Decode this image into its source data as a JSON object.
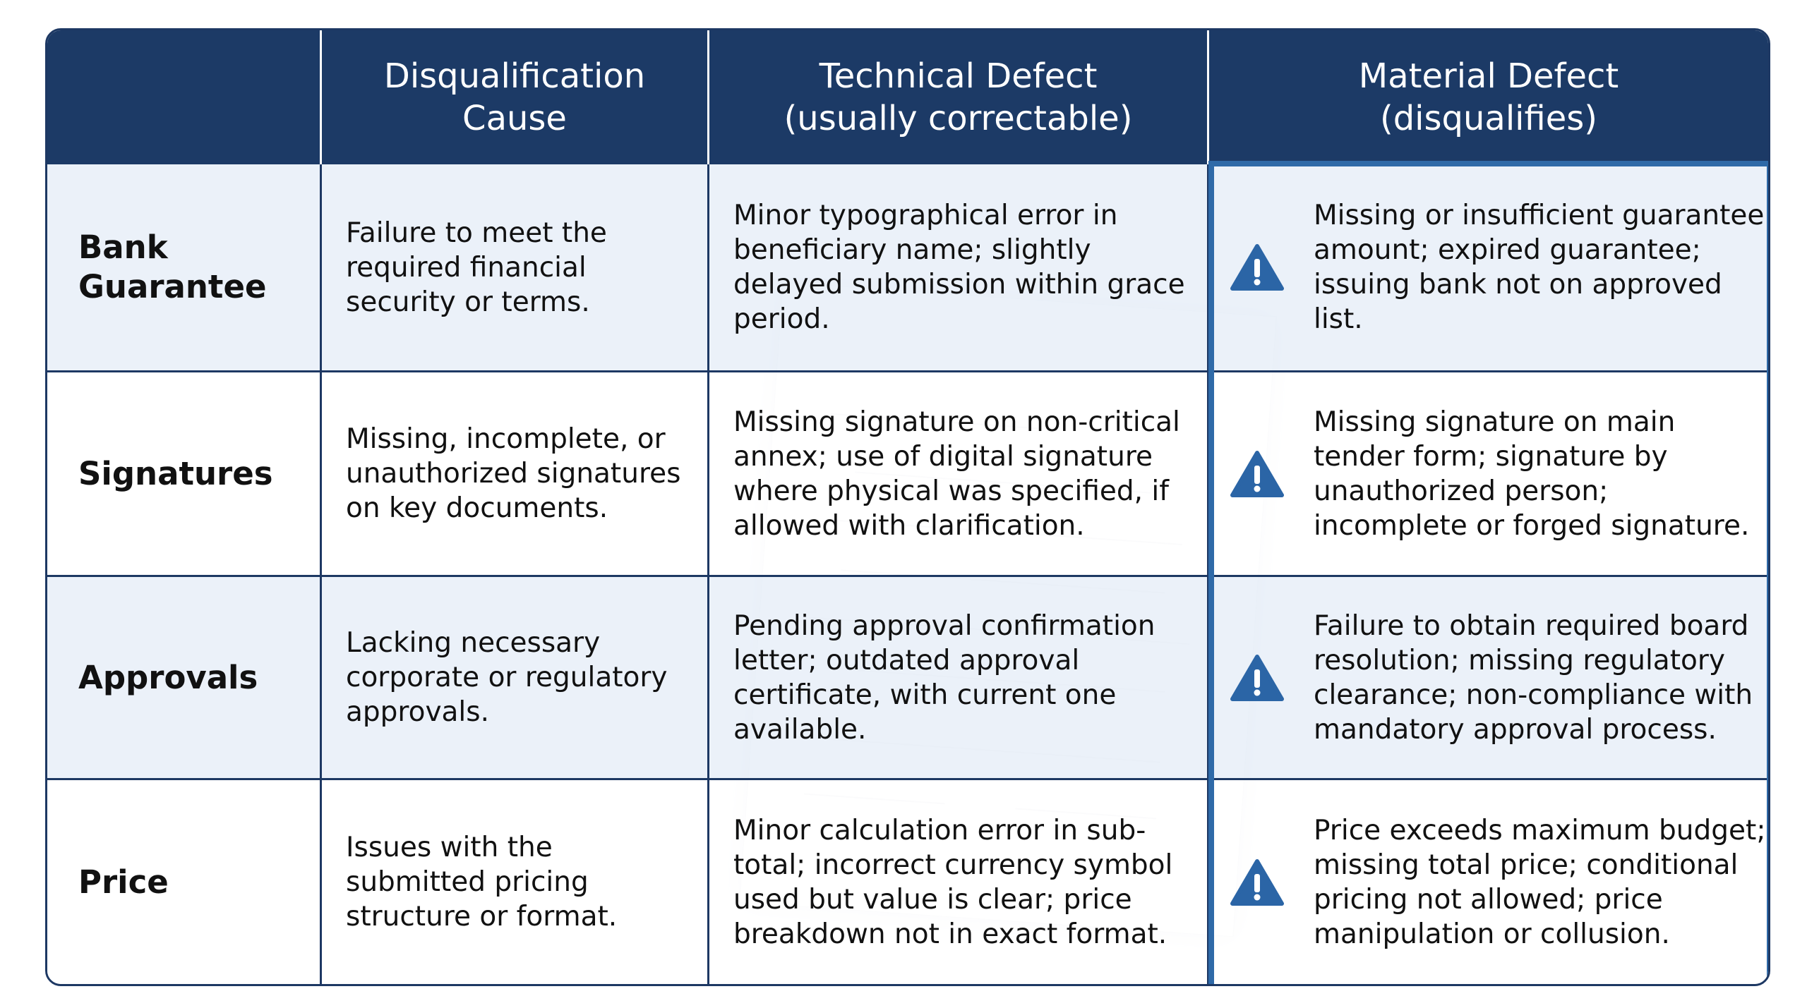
{
  "headers": [
    "",
    "Disqualification Cause",
    "Technical Defect (usually correctable)",
    "Material Defect (disqualifies)"
  ],
  "header_lines": {
    "cause": [
      "Disqualification",
      "Cause"
    ],
    "technical": [
      "Technical Defect",
      "(usually correctable)"
    ],
    "material": [
      "Material Defect",
      "(disqualifies)"
    ]
  },
  "rows": [
    {
      "label_lines": [
        "Bank",
        "Guarantee"
      ],
      "cause": "Failure to meet the required financial security or terms.",
      "technical": "Minor typographical error in beneficiary name; slightly delayed submission within grace period.",
      "material": "Missing or insufficient guarantee amount; expired guarantee; issuing bank not on approved list.",
      "icon": "warning-icon"
    },
    {
      "label_lines": [
        "Signatures"
      ],
      "cause": "Missing, incomplete, or unauthorized signatures on key documents.",
      "technical": "Missing signature on non-critical annex; use of digital signature where physical was specified, if allowed with clarification.",
      "material": "Missing signature on main tender form; signature by unauthorized person; incomplete or forged signature.",
      "icon": "warning-icon"
    },
    {
      "label_lines": [
        "Approvals"
      ],
      "cause": "Lacking necessary corporate or regulatory approvals.",
      "technical": "Pending approval confirmation letter; outdated approval certificate, with current one available.",
      "material": "Failure to obtain required board resolution; missing regulatory clearance; non-compliance with mandatory approval process.",
      "icon": "warning-icon"
    },
    {
      "label_lines": [
        "Price"
      ],
      "cause": "Issues with the submitted pricing structure or format.",
      "technical": "Minor calculation error in sub-total; incorrect currency symbol used but value is clear; price breakdown not in exact format.",
      "material": "Price exceeds maximum budget; missing total price; conditional pricing not allowed; price manipulation or collusion.",
      "icon": "warning-icon"
    }
  ],
  "colors": {
    "header_bg": "#1c3a66",
    "border": "#1d3863",
    "row_shade": "#e8eff8",
    "highlight_border": "#2f6aa8",
    "warning_icon": "#2b65a6"
  }
}
